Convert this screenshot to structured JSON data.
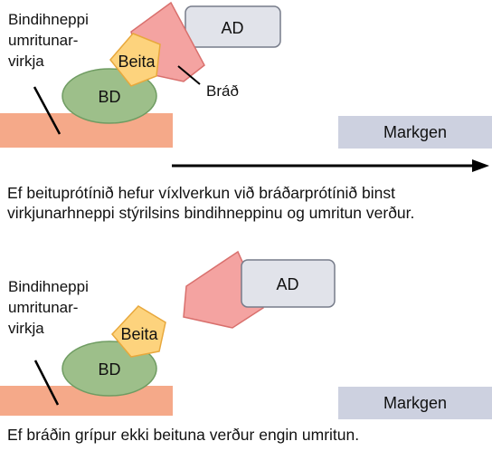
{
  "panel_top": {
    "ad_label": "AD",
    "prey_label": "Bráð",
    "bait_label": "Beita",
    "bd_label": "BD",
    "site_label_lines": [
      "Bindihneppi",
      "umritunar-",
      "virkja"
    ],
    "reporter_label": "Markgen",
    "caption": "Ef beituprótínið hefur víxlverkun við bráðarprótínið binst virkjunarhneppi stýrilsins bindihneppinu og umritun verður."
  },
  "panel_bottom": {
    "ad_label": "AD",
    "bait_label": "Beita",
    "bd_label": "BD",
    "site_label_lines": [
      "Bindihneppi",
      "umritunar-",
      "virkja"
    ],
    "reporter_label": "Markgen",
    "caption": "Ef bráðin grípur ekki beituna verður engin umritun."
  },
  "colors": {
    "dna_bar": "#f5a989",
    "bd_fill": "#9dbf8a",
    "bd_stroke": "#6f9c62",
    "bait_fill": "#fdd37d",
    "bait_stroke": "#e8a83c",
    "prey_fill": "#f4a3a1",
    "prey_stroke": "#d9706d",
    "ad_fill": "#e1e3ea",
    "ad_stroke": "#777c8a",
    "reporter_fill": "#cdd1e0"
  }
}
